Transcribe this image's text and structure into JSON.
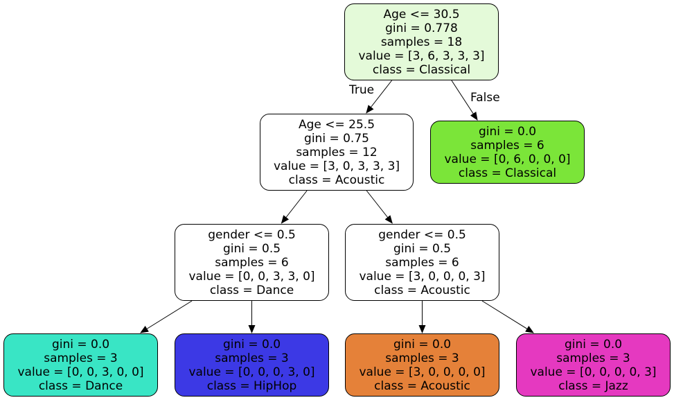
{
  "nodes": [
    {
      "id": "n0",
      "lines": [
        "Age <= 30.5",
        "gini = 0.778",
        "samples = 18",
        "value = [3, 6, 3, 3, 3]",
        "class = Classical"
      ],
      "fill": "#e4fad9"
    },
    {
      "id": "n1",
      "lines": [
        "Age <= 25.5",
        "gini = 0.75",
        "samples = 12",
        "value = [3, 0, 3, 3, 3]",
        "class = Acoustic"
      ],
      "fill": "#ffffff"
    },
    {
      "id": "n2",
      "lines": [
        "gini = 0.0",
        "samples = 6",
        "value = [0, 6, 0, 0, 0]",
        "class = Classical"
      ],
      "fill": "#7be539"
    },
    {
      "id": "n3",
      "lines": [
        "gender <= 0.5",
        "gini = 0.5",
        "samples = 6",
        "value = [0, 0, 3, 3, 0]",
        "class = Dance"
      ],
      "fill": "#ffffff"
    },
    {
      "id": "n4",
      "lines": [
        "gender <= 0.5",
        "gini = 0.5",
        "samples = 6",
        "value = [3, 0, 0, 0, 3]",
        "class = Acoustic"
      ],
      "fill": "#ffffff"
    },
    {
      "id": "n5",
      "lines": [
        "gini = 0.0",
        "samples = 3",
        "value = [0, 0, 3, 0, 0]",
        "class = Dance"
      ],
      "fill": "#39e5c5"
    },
    {
      "id": "n6",
      "lines": [
        "gini = 0.0",
        "samples = 3",
        "value = [0, 0, 0, 3, 0]",
        "class = HipHop"
      ],
      "fill": "#3c39e5"
    },
    {
      "id": "n7",
      "lines": [
        "gini = 0.0",
        "samples = 3",
        "value = [3, 0, 0, 0, 0]",
        "class = Acoustic"
      ],
      "fill": "#e58139"
    },
    {
      "id": "n8",
      "lines": [
        "gini = 0.0",
        "samples = 3",
        "value = [0, 0, 0, 0, 3]",
        "class = Jazz"
      ],
      "fill": "#e539c0"
    }
  ],
  "edges": [
    {
      "from": "n0",
      "to": "n1"
    },
    {
      "from": "n0",
      "to": "n2"
    },
    {
      "from": "n1",
      "to": "n3"
    },
    {
      "from": "n1",
      "to": "n4"
    },
    {
      "from": "n3",
      "to": "n5"
    },
    {
      "from": "n3",
      "to": "n6"
    },
    {
      "from": "n4",
      "to": "n7"
    },
    {
      "from": "n4",
      "to": "n8"
    }
  ],
  "edge_labels": {
    "true": "True",
    "false": "False"
  }
}
